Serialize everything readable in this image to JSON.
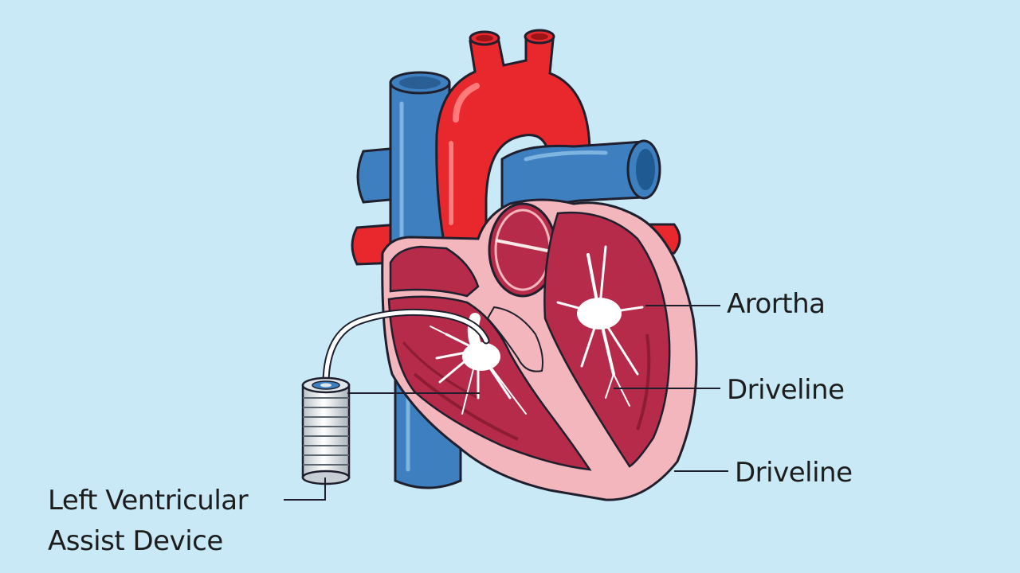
{
  "colors": {
    "background": "#c9e9f6",
    "artery_red": "#e8282c",
    "vein_blue": "#3d7fbf",
    "myocardium_pink": "#f3b6bd",
    "chamber_red": "#b52b49",
    "outline": "#1f1f2e"
  },
  "labels": {
    "aorta": "Arortha",
    "driveline_upper": "Driveline",
    "driveline_lower": "Driveline",
    "lvad_line1": "Left Ventricular",
    "lvad_line2": "Assist Device"
  }
}
